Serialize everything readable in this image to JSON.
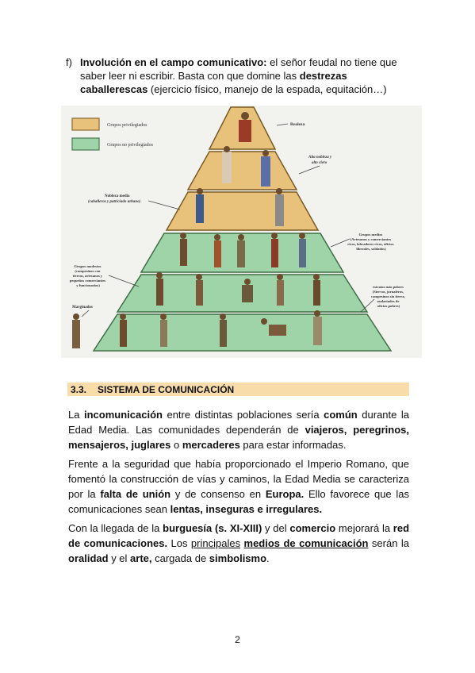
{
  "list_item": {
    "marker": "f)",
    "runs": [
      {
        "t": "Involución en el campo comunicativo:",
        "b": true
      },
      {
        "t": " el señor feudal no tiene que saber leer ni escribir. Basta con que domine las "
      },
      {
        "t": "destrezas caballerescas",
        "b": true
      },
      {
        "t": " (ejercicio físico, manejo de la espada, equitación…)"
      }
    ]
  },
  "figure": {
    "legend": {
      "privileged": {
        "label": "Grupos privilegiados",
        "color": "#e8c27a"
      },
      "non_privileged": {
        "label": "Grupos no privilegiados",
        "color": "#9fd4a8"
      }
    },
    "labels": {
      "reyes": "Realeza",
      "alta_nobleza": [
        "Alta nobleza y",
        "alto clero"
      ],
      "nobleza_media": [
        "Nobleza media",
        "(caballeros y patriciado urbano)"
      ],
      "grupos_medios": [
        "Grupos medios",
        "(Artesanos y comerciantes",
        "ricos, labradores ricos, oficios",
        "liberales, soldados)"
      ],
      "grupos_modestos": [
        "Grupos modestos",
        "(campesinos con",
        "tierras, artesanos y",
        "pequeños comerciantes",
        "y funcionarios)"
      ],
      "estratos_pobres": [
        "estratos más pobres",
        "(Siervos, jornaleros,",
        "campesinos sin tierra,",
        "asalariados de",
        "oficios pobres)"
      ],
      "marginados": "Marginados"
    }
  },
  "section": {
    "number": "3.3.",
    "title": "SISTEMA DE COMUNICACIÓN"
  },
  "paragraphs": [
    [
      {
        "t": "La "
      },
      {
        "t": "incomunicación",
        "b": true
      },
      {
        "t": " entre distintas poblaciones sería "
      },
      {
        "t": "común",
        "b": true
      },
      {
        "t": " durante la Edad Media. Las comunidades dependerán de "
      },
      {
        "t": "viajeros, peregrinos, mensajeros, juglares",
        "b": true
      },
      {
        "t": " o "
      },
      {
        "t": "mercaderes",
        "b": true
      },
      {
        "t": " para estar informadas."
      }
    ],
    [
      {
        "t": "Frente a la seguridad que había proporcionado el Imperio Romano, que fomentó la construcción de vías y caminos, la Edad Media se caracteriza por la "
      },
      {
        "t": "falta de unión",
        "b": true
      },
      {
        "t": " y de consenso en "
      },
      {
        "t": "Europa.",
        "b": true
      },
      {
        "t": " Ello favorece que las comunicaciones sean "
      },
      {
        "t": "lentas, inseguras e irregulares.",
        "b": true
      }
    ],
    [
      {
        "t": "Con la llegada de la "
      },
      {
        "t": "burguesía (s. XI-XIII)",
        "b": true
      },
      {
        "t": " y del "
      },
      {
        "t": "comercio",
        "b": true
      },
      {
        "t": " mejorará la "
      },
      {
        "t": "red de comunicaciones.",
        "b": true
      },
      {
        "t": " Los "
      },
      {
        "t": "principales",
        "u": true
      },
      {
        "t": " "
      },
      {
        "t": "medios de comunicación",
        "b": true,
        "u": true
      },
      {
        "t": " serán la "
      },
      {
        "t": "oralidad",
        "b": true
      },
      {
        "t": " y el "
      },
      {
        "t": "arte,",
        "b": true
      },
      {
        "t": " cargada de "
      },
      {
        "t": "simbolismo",
        "b": true
      },
      {
        "t": "."
      }
    ]
  ],
  "page_number": "2"
}
